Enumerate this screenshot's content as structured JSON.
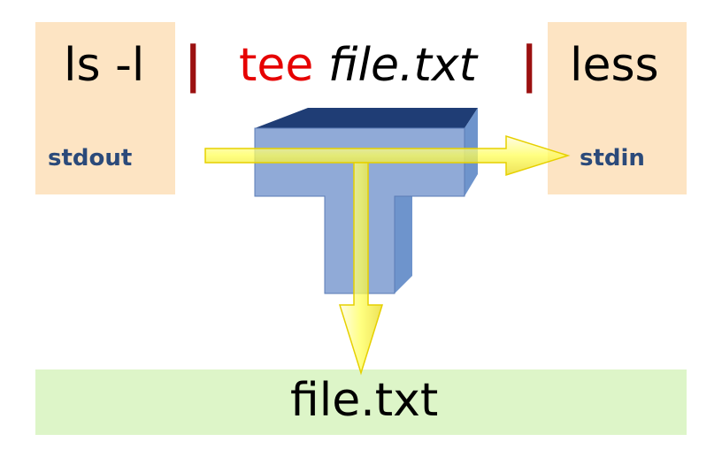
{
  "commands": {
    "left": "ls -l",
    "middle_cmd": "tee",
    "middle_arg": "file.txt",
    "right": "less",
    "pipe": "|"
  },
  "streams": {
    "left": "stdout",
    "right": "stdin"
  },
  "output_file": "file.txt",
  "colors": {
    "process_box": "#fde4c3",
    "file_box": "#ddf5c8",
    "tee_keyword": "#e60000",
    "pipe_symbol": "#9b1010",
    "stream_label": "#2b4a7a",
    "tee_shape": "#7f9bce",
    "arrow": "#ffff66"
  }
}
